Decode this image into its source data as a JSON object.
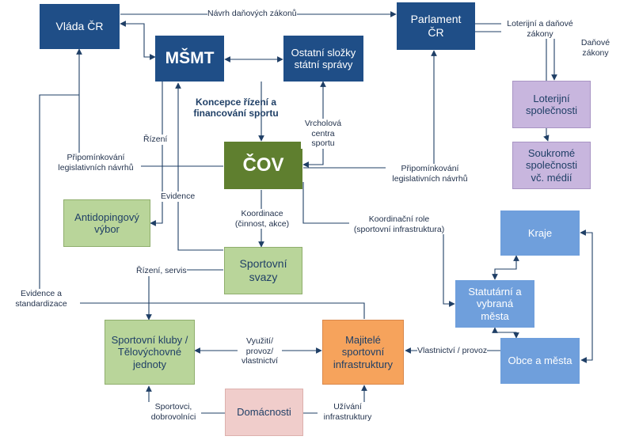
{
  "nodes": {
    "vlada": "Vláda ČR",
    "parlament": "Parlament ČR",
    "msmt": "MŠMT",
    "ostatni": "Ostatní složky státní správy",
    "cov": "ČOV",
    "loterijni_spolecnosti": "Loterijní společnosti",
    "soukrome": "Soukromé společnosti vč. médií",
    "antidoping": "Antidopingový výbor",
    "sportovni_svazy": "Sportovní svazy",
    "kraje": "Kraje",
    "statutarni": "Statutární a vybraná města",
    "obce": "Obce a města",
    "kluby": "Sportovní kluby / Tělovýchovné jednoty",
    "majitele": "Majitelé sportovní infrastruktury",
    "domacnosti": "Domácnosti"
  },
  "edge_labels": {
    "navrh": "Návrh daňových zákonů",
    "loterijni_zakony": "Loterijní a daňové zákony",
    "danove_zakony": "Daňové zákony",
    "koncepce": "Koncepce řízení a financování sportu",
    "vrcholova": "Vrcholová centra sportu",
    "rizeni": "Řízení",
    "pripominkovani_left": "Připomínkování legislativních návrhů",
    "pripominkovani_right": "Připomínkování legislativních návrhů",
    "evidence": "Evidence",
    "koordinace": "Koordinace (činnost, akce)",
    "koordinacni_role": "Koordinační role (sportovní infrastruktura)",
    "rizeni_servis": "Řízení, servis",
    "evidence_standardizace": "Evidence a standardizace",
    "vyuziti": "Využití/ provoz/ vlastnictví",
    "vlastnictvi_provoz": "Vlastnictví / provoz",
    "sportovci": "Sportovci, dobrovolníci",
    "uzivani": "Užívání infrastruktury"
  },
  "colors": {
    "navy": "#1f4e87",
    "olive": "#5f7f2f",
    "light_green": "#b9d59a",
    "lavender": "#c8b6de",
    "light_blue": "#6f9fdc",
    "orange": "#f6a35c",
    "pink": "#f0cdcb",
    "line": "#1f3f66"
  }
}
